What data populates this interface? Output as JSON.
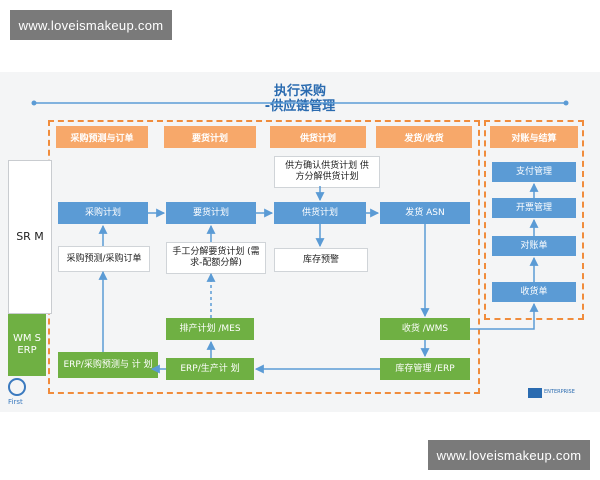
{
  "watermark_top": "www.loveismakeup.com",
  "watermark_bottom": "www.loveismakeup.com",
  "title_line1": "执行采购",
  "title_line2": "-供应链管理",
  "headers": [
    "采购预测与订单",
    "要货计划",
    "供货计划",
    "发货/收货",
    "对账与结算"
  ],
  "systems": {
    "srm": "SR M",
    "wms": "WM S ERP"
  },
  "nodes": {
    "purchase_plan": "采购计划",
    "forecast_order": "采购预测/采购订单",
    "demand_plan": "要货计划",
    "manual_split": "手工分解要货计划 (需求-配额分解)",
    "supplier_confirm": "供方确认供货计划 供方分解供货计划",
    "supply_plan": "供货计划",
    "inventory_alert": "库存预警",
    "ship_asn": "发货 ASN",
    "schedule_mes": "排产计划 /MES",
    "erp_forecast": "ERP/采购预测与 计 划",
    "erp_production": "ERP/生产计 划",
    "receive_wms": "收货 /WMS",
    "inventory_erp": "库存管理 /ERP",
    "payment_mgmt": "支付管理",
    "invoice_mgmt": "开票管理",
    "reconcile": "对账单",
    "receipt": "收货单"
  },
  "logos": {
    "left": "First",
    "right": "ENTERPRISE"
  },
  "colors": {
    "blue": "#5b9bd5",
    "green": "#6fb043",
    "orange": "#f08c3c",
    "header": "#f7a86a"
  }
}
